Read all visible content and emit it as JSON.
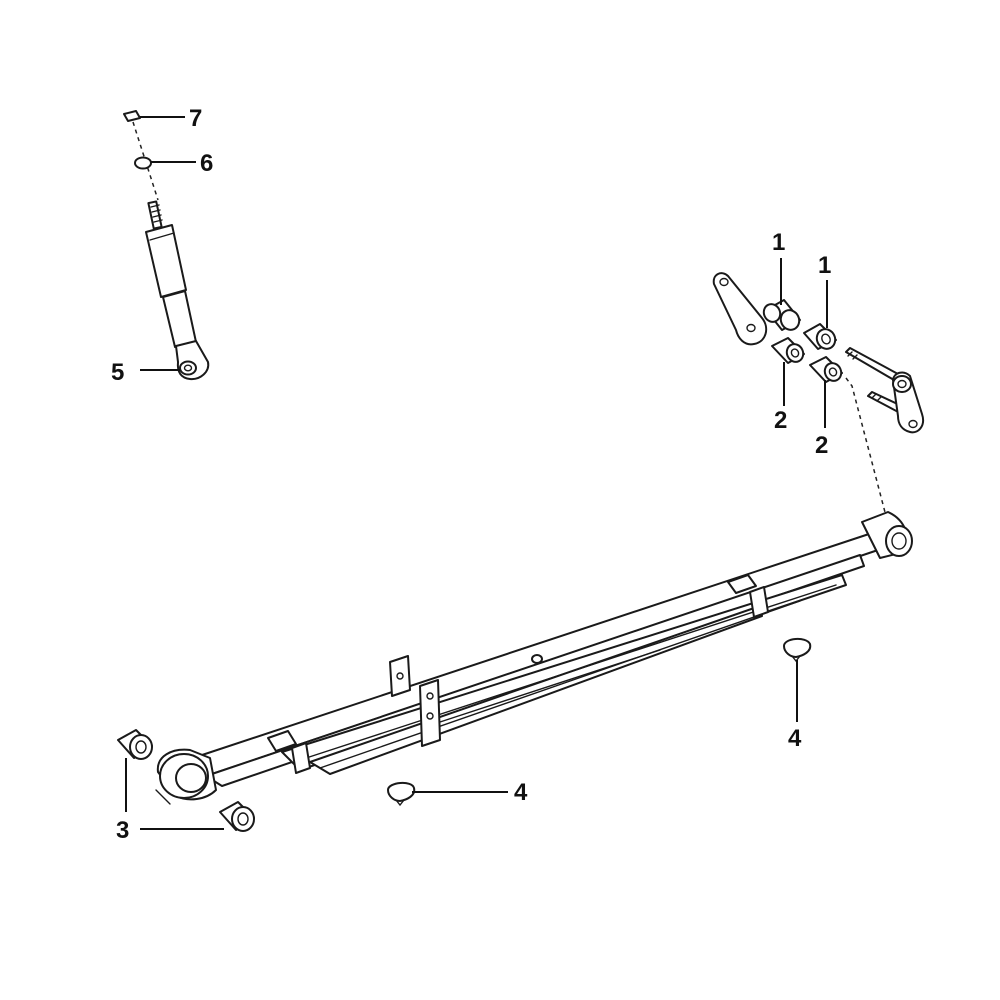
{
  "callouts": {
    "c1a": "1",
    "c1b": "1",
    "c2a": "2",
    "c2b": "2",
    "c3": "3",
    "c4a": "4",
    "c4b": "4",
    "c5": "5",
    "c6": "6",
    "c7": "7"
  },
  "colors": {
    "line": "#1a1a1a",
    "background": "#ffffff"
  }
}
